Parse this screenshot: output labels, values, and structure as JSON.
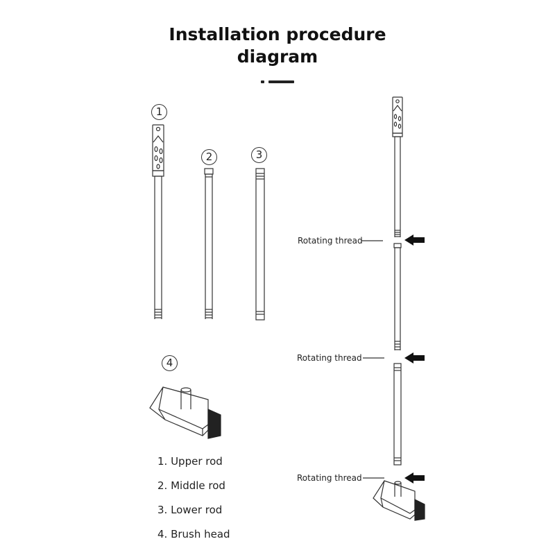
{
  "title": {
    "line1": "Installation procedure",
    "line2": "diagram"
  },
  "parts": [
    {
      "number": "1"
    },
    {
      "number": "2"
    },
    {
      "number": "3"
    },
    {
      "number": "4"
    }
  ],
  "legend": [
    "1. Upper rod",
    "2. Middle rod",
    "3. Lower rod",
    "4. Brush head"
  ],
  "assembly": {
    "thread_labels": [
      "Rotating thread",
      "Rotating thread",
      "Rotating thread"
    ]
  },
  "icons": [
    "arrow-left-icon",
    "brush-head-icon",
    "rod-icon"
  ],
  "colors": {
    "line": "#333333",
    "bristle": "#222222",
    "background": "#ffffff"
  }
}
